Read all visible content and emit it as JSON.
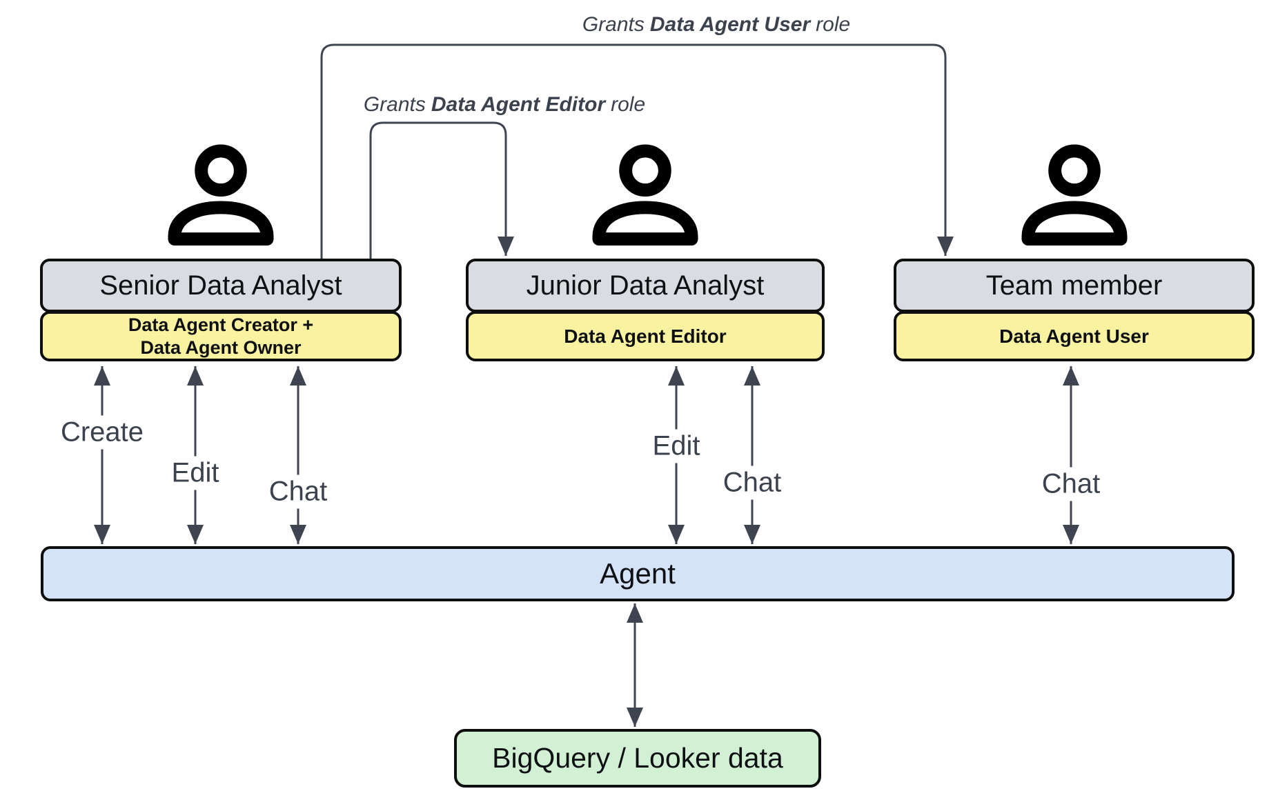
{
  "colors": {
    "c-line": "#3e4450",
    "c-gray": "#d9dce1",
    "c-yellow": "#f8f2a1",
    "c-blue": "#d5e3f9",
    "c-green": "#d2f0d4"
  },
  "grants": [
    {
      "prefix": "Grants",
      "role": "Data Agent User",
      "suffix": "role"
    },
    {
      "prefix": "Grants",
      "role": "Data Agent Editor",
      "suffix": "role"
    }
  ],
  "actors": [
    {
      "icon": "person-icon",
      "title": "Senior Data Analyst",
      "roles": [
        "Data Agent Creator +",
        "Data Agent Owner"
      ]
    },
    {
      "icon": "person-icon",
      "title": "Junior Data Analyst",
      "roles": [
        "Data Agent Editor"
      ]
    },
    {
      "icon": "person-icon",
      "title": "Team member",
      "roles": [
        "Data Agent User"
      ]
    }
  ],
  "arrows": {
    "senior": [
      "Create",
      "Edit",
      "Chat"
    ],
    "junior": [
      "Edit",
      "Chat"
    ],
    "team": [
      "Chat"
    ]
  },
  "agent": {
    "label": "Agent"
  },
  "datastore": {
    "label": "BigQuery / Looker data"
  }
}
